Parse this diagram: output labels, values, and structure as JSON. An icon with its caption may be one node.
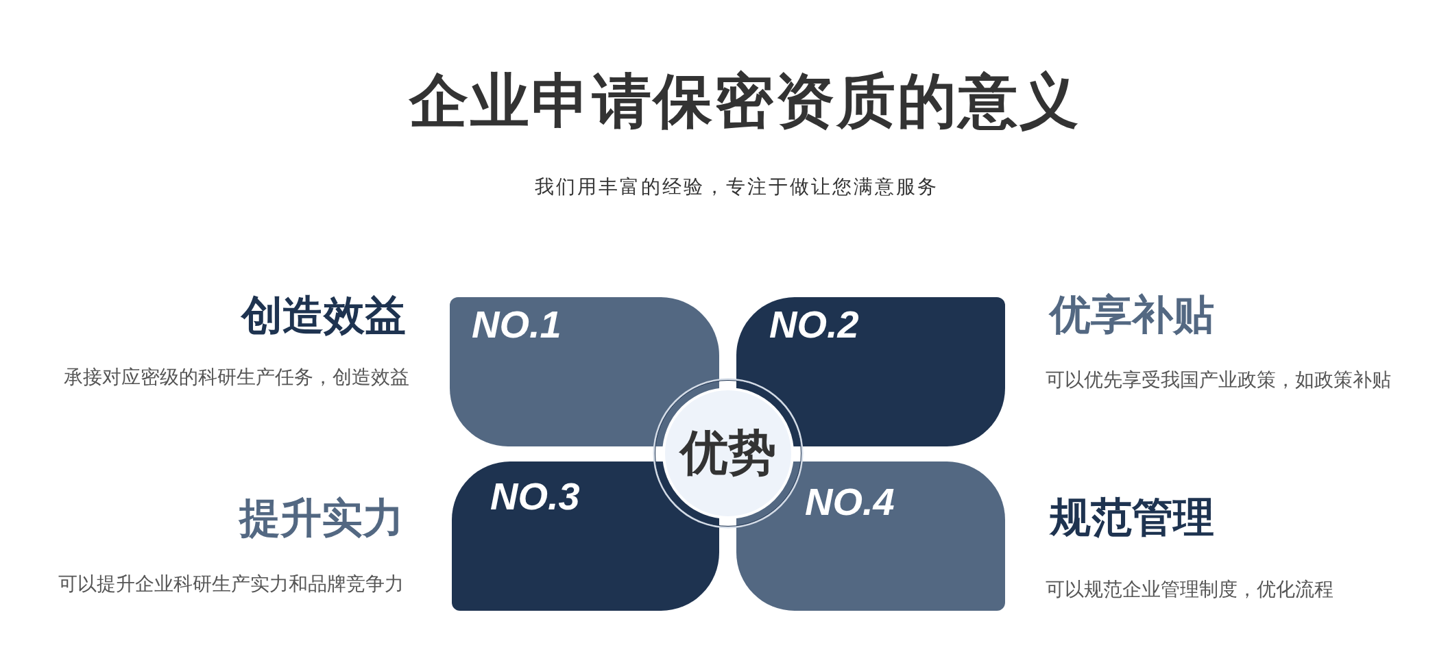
{
  "diagram": {
    "title": "企业申请保密资质的意义",
    "nodes": [
      {
        "text": [
          "NO.1"
        ],
        "beside": [
          "创造效益",
          "承接对应密级的科研生产任务，创造效益"
        ]
      },
      {
        "text": [
          "NO.2"
        ],
        "beside": [
          "优享补贴",
          "可以优先享受我国产业政策，如政策补贴"
        ]
      },
      {
        "text": [
          "优势"
        ]
      },
      {
        "text": [
          "NO.3"
        ],
        "beside": [
          "提升实力",
          "可以提升企业科研生产实力和品牌竞争力"
        ]
      },
      {
        "text": [
          "NO.4"
        ],
        "beside": [
          "规范管理",
          "可以规范企业管理制度，优化流程"
        ]
      }
    ],
    "labels": [
      "我们用丰富的经验，专注于做让您满意服务"
    ]
  }
}
